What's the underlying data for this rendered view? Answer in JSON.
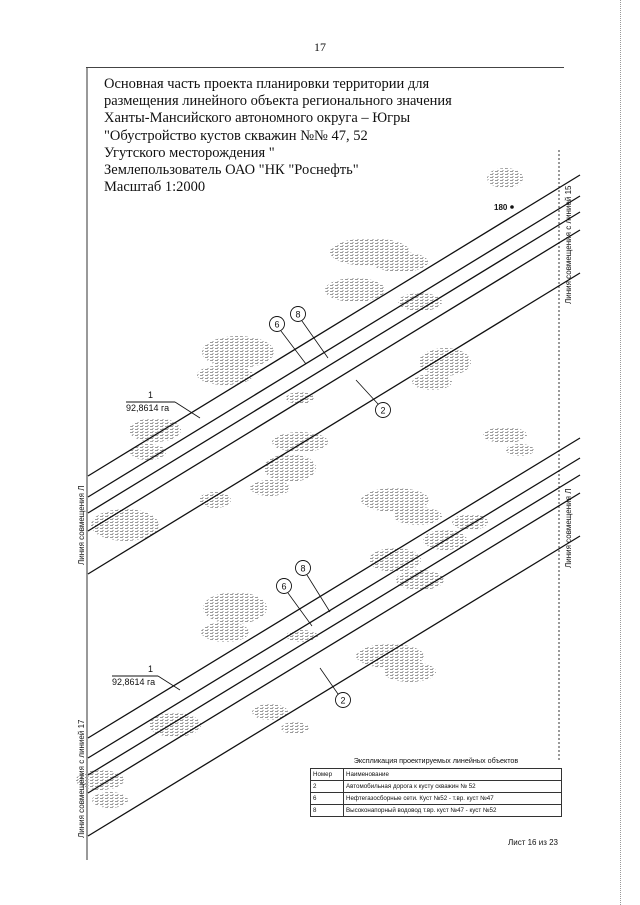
{
  "page_number": "17",
  "title_lines": [
    "Основная часть проекта планировки территории для",
    "размещения линейного объекта регионального значения",
    "Ханты-Мансийского автономного округа – Югры",
    "\"Обустройство кустов скважин №№ 47, 52",
    "Угутского месторождения \"",
    "Землепользователь ОАО \"НК \"Роснефть\"",
    "Масштаб 1:2000"
  ],
  "map": {
    "point_label": "180",
    "area_number_upper": "1",
    "area_value_upper": "92,8614 га",
    "area_number_lower": "1",
    "area_value_lower": "92,8614 га",
    "callout_6_upper": "6",
    "callout_8_upper": "8",
    "callout_2_upper": "2",
    "callout_6_lower": "6",
    "callout_8_lower": "8",
    "callout_2_lower": "2",
    "match_line_right_upper": "Линия совмещения с линией 15",
    "match_line_left_upper": "Линия совмещения Л",
    "match_line_right_lower": "Линия совмещения Л",
    "match_line_left_lower": "Линия совмещения с линией 17"
  },
  "legend": {
    "caption": "Экспликация проектируемых линейных объектов",
    "col_number": "Номер",
    "col_name": "Наименование",
    "rows": [
      {
        "num": "2",
        "name": "Автомобильная дорога к кусту скважин № 52"
      },
      {
        "num": "6",
        "name": "Нефтегазосборные сети. Куст №52 - т.вр. куст №47"
      },
      {
        "num": "8",
        "name": "Высоконапорный водовод т.вр. куст №47 - куст №52"
      }
    ]
  },
  "footer": "Лист 16 из 23"
}
